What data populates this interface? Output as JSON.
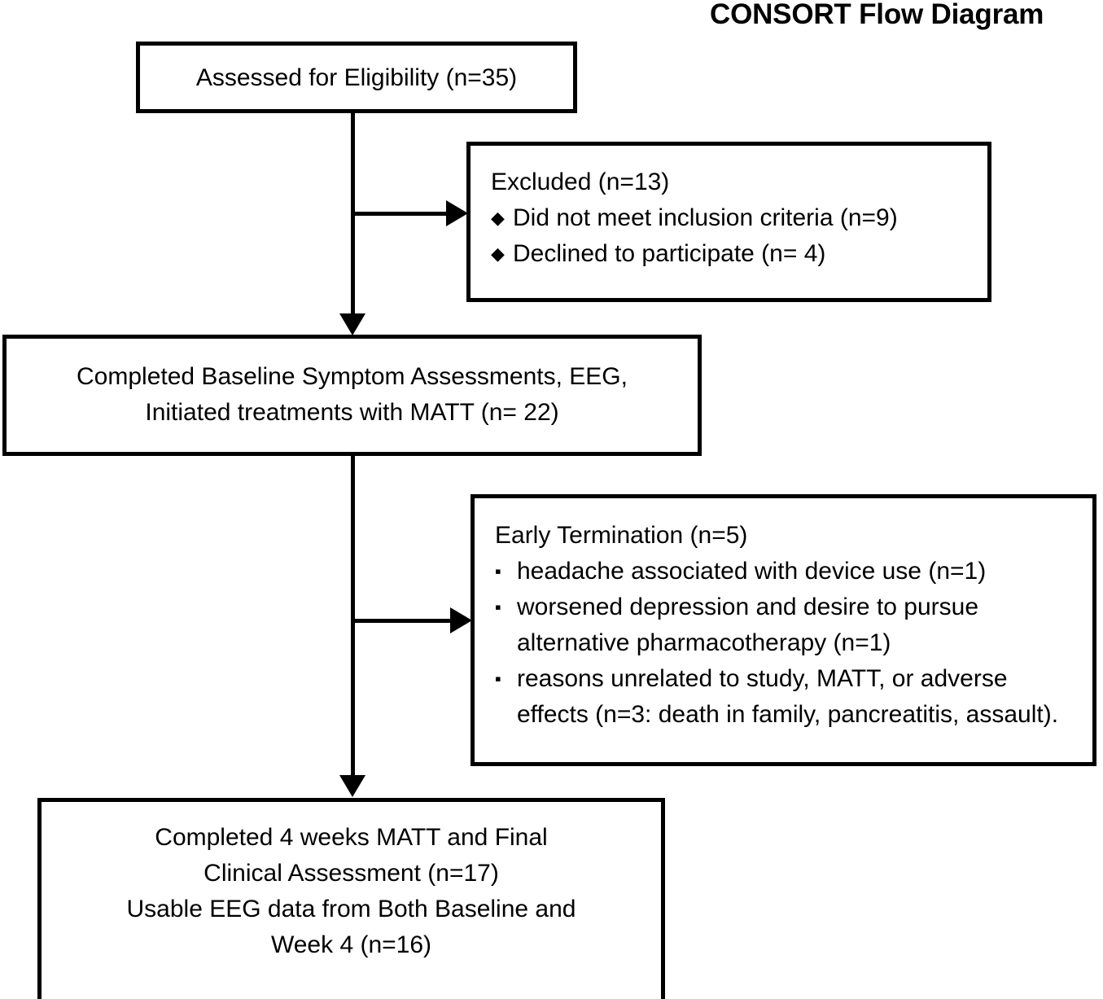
{
  "title": "CONSORT Flow Diagram",
  "nodes": {
    "assessed": {
      "label": "Assessed for Eligibility (n=35)"
    },
    "excluded": {
      "heading": "Excluded (n=13)",
      "bullet_glyph": "◆",
      "items": [
        "Did not meet inclusion criteria (n=9)",
        "Declined to participate (n= 4)"
      ]
    },
    "baseline": {
      "line1": "Completed Baseline Symptom Assessments, EEG,",
      "line2": "Initiated treatments with MATT (n= 22)"
    },
    "early_termination": {
      "heading": "Early Termination (n=5)",
      "bullet_glyph": "▪",
      "items": [
        "headache associated with device use (n=1)",
        "worsened depression and desire to pursue alternative pharmacotherapy (n=1)",
        "reasons unrelated to study, MATT, or adverse effects (n=3: death in family, pancreatitis, assault)."
      ]
    },
    "completed": {
      "line1": "Completed 4 weeks MATT and Final",
      "line2": "Clinical Assessment (n=17)",
      "line3": "Usable EEG data from Both Baseline and",
      "line4": "Week 4 (n=16)"
    }
  },
  "colors": {
    "stroke": "#000000",
    "background": "#ffffff",
    "text": "#000000"
  }
}
